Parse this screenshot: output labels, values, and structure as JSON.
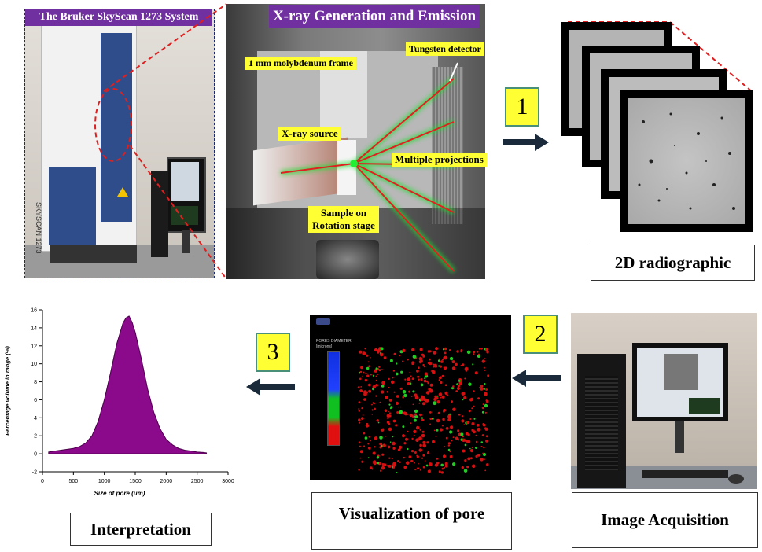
{
  "system_panel": {
    "title": "The Bruker SkyScan 1273 System",
    "machine_label": "SKYSCAN 1273"
  },
  "xray_panel": {
    "title": "X-ray Generation and Emission",
    "labels": {
      "molybdenum": "1 mm molybdenum frame",
      "detector": "Tungsten detector",
      "source": "X-ray source",
      "projections": "Multiple projections",
      "sample": "Sample on Rotation stage"
    }
  },
  "steps": {
    "one": "1",
    "two": "2",
    "three": "3"
  },
  "captions": {
    "radiographic": "2D radiographic",
    "acquisition": "Image Acquisition",
    "visualization": "Visualization of pore",
    "interpretation": "Interpretation"
  },
  "visualization_panel": {
    "legend_title": "PORES DIAMETER",
    "legend_unit": "[microns]"
  },
  "colors": {
    "purple": "#7030a0",
    "yellow": "#ffff33",
    "red_dash": "#e02020",
    "curve_fill": "#8b0a8b"
  },
  "chart_data": {
    "type": "area",
    "x": [
      100,
      200,
      300,
      400,
      500,
      600,
      700,
      800,
      900,
      1000,
      1100,
      1200,
      1300,
      1350,
      1400,
      1450,
      1500,
      1600,
      1700,
      1800,
      1900,
      2000,
      2100,
      2200,
      2300,
      2400,
      2500,
      2600,
      2650
    ],
    "y": [
      0.2,
      0.3,
      0.4,
      0.5,
      0.6,
      0.8,
      1.2,
      2.0,
      3.6,
      6.0,
      9.0,
      12.2,
      14.5,
      15.1,
      15.3,
      14.6,
      13.5,
      10.5,
      7.2,
      4.6,
      2.8,
      1.6,
      1.0,
      0.6,
      0.4,
      0.3,
      0.2,
      0.15,
      0.1
    ],
    "xlabel": "Size of pore (um)",
    "ylabel": "Percentage volume in range (%)",
    "xlim": [
      0,
      3000
    ],
    "ylim": [
      -2,
      16
    ],
    "xticks": [
      0,
      500,
      1000,
      1500,
      2000,
      2500,
      3000
    ],
    "yticks": [
      -2,
      0,
      2,
      4,
      6,
      8,
      10,
      12,
      14,
      16
    ],
    "grid": false
  }
}
